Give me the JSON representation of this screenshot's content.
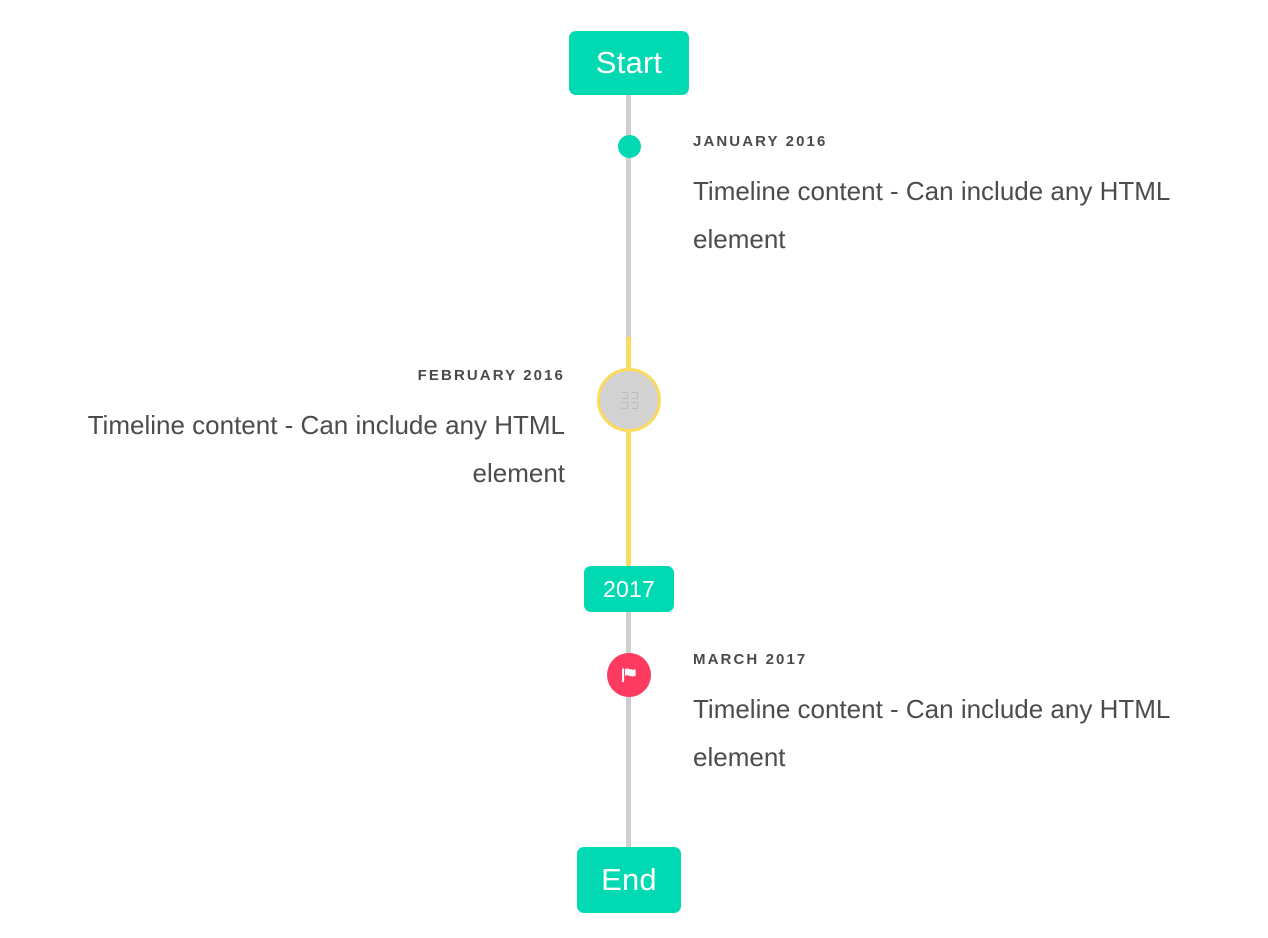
{
  "timeline": {
    "axis_color_grey": "#cfcfcf",
    "axis_color_highlight": "#fbdb5e",
    "accent_color": "#00d9b2",
    "flag_color": "#fd3a5f",
    "start_label": "Start",
    "mid_label": "2017",
    "end_label": "End",
    "entries": [
      {
        "date": "JANUARY 2016",
        "body": "Timeline content - Can include any HTML element",
        "side": "right",
        "marker": "dot",
        "marker_color": "#00d9b2"
      },
      {
        "date": "FEBRUARY 2016",
        "body": "Timeline content - Can include any HTML element",
        "side": "left",
        "marker": "ring",
        "marker_color": "#fbdb5e"
      },
      {
        "date": "MARCH 2017",
        "body": "Timeline content - Can include any HTML element",
        "side": "right",
        "marker": "flag",
        "marker_color": "#fd3a5f"
      }
    ]
  }
}
